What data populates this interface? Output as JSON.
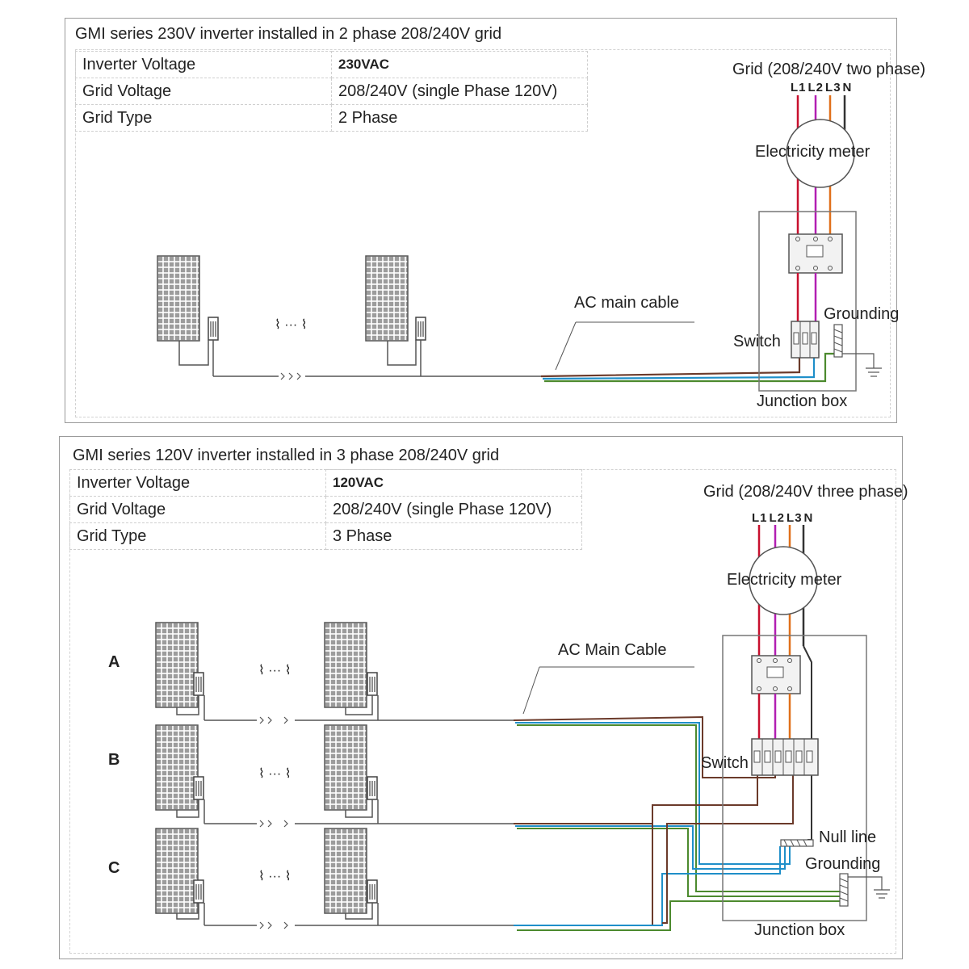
{
  "panel1": {
    "title": "GMI series 230V inverter installed in 2 phase 208/240V grid",
    "specs": [
      {
        "label": "Inverter Voltage",
        "value": "230VAC"
      },
      {
        "label": "Grid Voltage",
        "value": "208/240V (single Phase 120V)"
      },
      {
        "label": "Grid Type",
        "value": "2 Phase"
      }
    ],
    "grid_label": "Grid (208/240V two phase)",
    "terminals": [
      "L1",
      "L2",
      "L3",
      "N"
    ],
    "meter_label": "Electricity meter",
    "cable_label": "AC main cable",
    "grounding_label": "Grounding",
    "switch_label": "Switch",
    "junction_label": "Junction box",
    "ellipsis": "⌇ ··· ⌇"
  },
  "panel2": {
    "title": "GMI series 120V inverter installed in 3 phase 208/240V grid",
    "specs": [
      {
        "label": "Inverter Voltage",
        "value": "120VAC"
      },
      {
        "label": "Grid Voltage",
        "value": "208/240V (single Phase 120V)"
      },
      {
        "label": "Grid Type",
        "value": "3 Phase"
      }
    ],
    "grid_label": "Grid (208/240V three phase)",
    "terminals": [
      "L1",
      "L2",
      "L3",
      "N"
    ],
    "meter_label": "Electricity meter",
    "cable_label": "AC Main Cable",
    "switch_label": "Switch",
    "null_label": "Null line",
    "grounding_label": "Grounding",
    "junction_label": "Junction box",
    "rows": [
      "A",
      "B",
      "C"
    ],
    "ellipsis": "⌇ ··· ⌇"
  },
  "colors": {
    "l1": "#c8102e",
    "l2": "#b21fb2",
    "l3": "#e0701a",
    "neutral": "#333333",
    "brown": "#6b3a2a",
    "blue": "#1f8fc9",
    "green": "#4c8a2e"
  }
}
